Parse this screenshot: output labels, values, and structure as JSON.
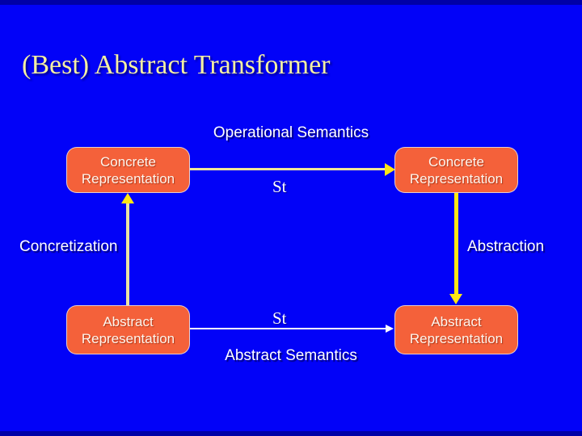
{
  "slide": {
    "title": "(Best) Abstract Transformer"
  },
  "diagram": {
    "top_edge_label": "Operational Semantics",
    "bottom_edge_label": "Abstract Semantics",
    "left_edge_label": "Concretization",
    "right_edge_label": "Abstraction",
    "top_arrow_st": "St",
    "bottom_arrow_st": "St",
    "nodes": {
      "top_left": {
        "line1": "Concrete",
        "line2": "Representation"
      },
      "top_right": {
        "line1": "Concrete",
        "line2": "Representation"
      },
      "bottom_left": {
        "line1": "Abstract",
        "line2": "Representation"
      },
      "bottom_right": {
        "line1": "Abstract",
        "line2": "Representation"
      }
    },
    "colors": {
      "background": "#0202F8",
      "edge_strip": "#0000A6",
      "title_text": "#F4EFA3",
      "node_fill": "#F4613A",
      "node_text": "#FFF6EE",
      "label_text": "#FFFFFF",
      "arrow_pale_yellow": "#EDE69B",
      "arrow_bright_yellow": "#FFE713",
      "arrow_white": "#FFFFFF"
    }
  }
}
